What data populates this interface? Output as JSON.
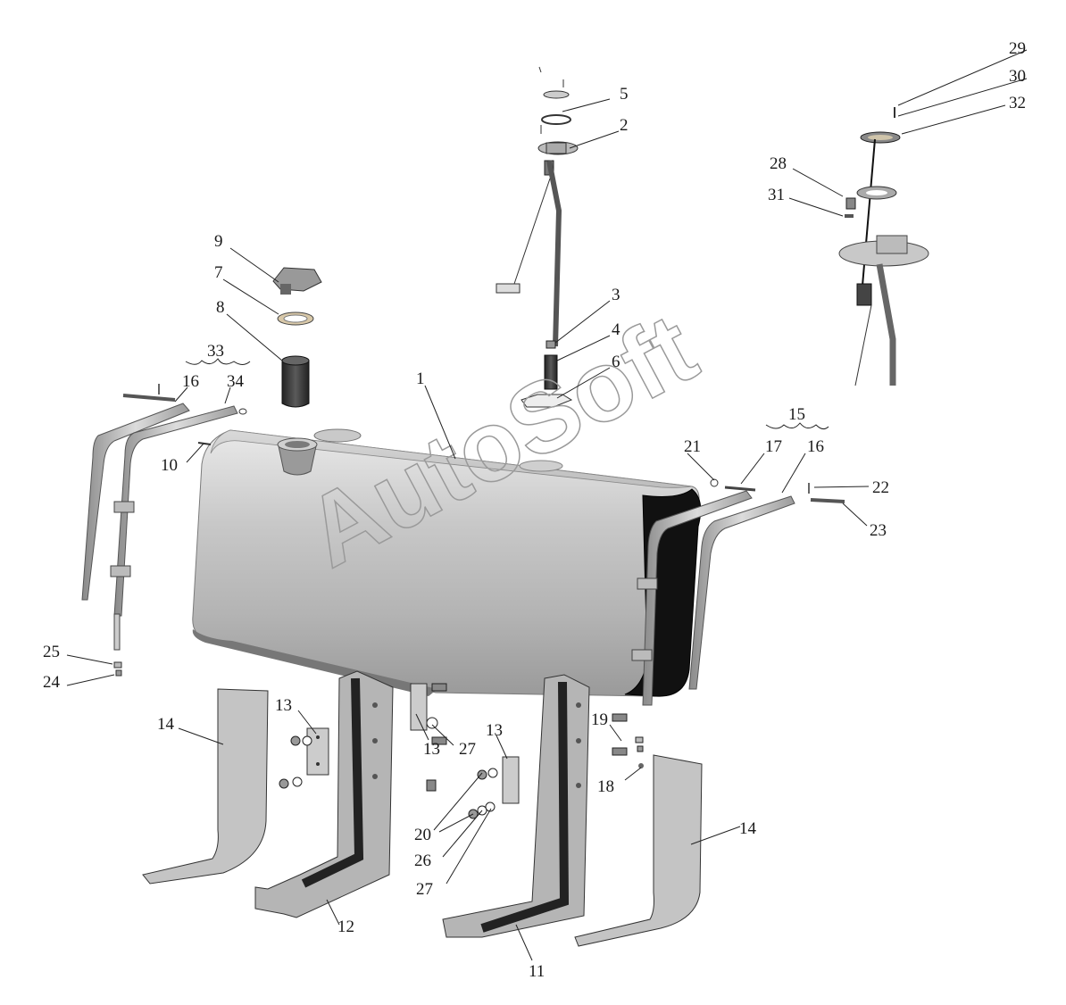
{
  "watermark": "AutoSoft",
  "labels": [
    {
      "id": "l1",
      "text": "1"
    },
    {
      "id": "l2",
      "text": "2"
    },
    {
      "id": "l3",
      "text": "3"
    },
    {
      "id": "l4",
      "text": "4"
    },
    {
      "id": "l5",
      "text": "5"
    },
    {
      "id": "l6",
      "text": "6"
    },
    {
      "id": "l7",
      "text": "7"
    },
    {
      "id": "l8",
      "text": "8"
    },
    {
      "id": "l9",
      "text": "9"
    },
    {
      "id": "l10",
      "text": "10"
    },
    {
      "id": "l11",
      "text": "11"
    },
    {
      "id": "l12",
      "text": "12"
    },
    {
      "id": "l13a",
      "text": "13"
    },
    {
      "id": "l13b",
      "text": "13"
    },
    {
      "id": "l13c",
      "text": "13"
    },
    {
      "id": "l14a",
      "text": "14"
    },
    {
      "id": "l14b",
      "text": "14"
    },
    {
      "id": "l15",
      "text": "15"
    },
    {
      "id": "l16a",
      "text": "16"
    },
    {
      "id": "l16b",
      "text": "16"
    },
    {
      "id": "l17",
      "text": "17"
    },
    {
      "id": "l18",
      "text": "18"
    },
    {
      "id": "l19",
      "text": "19"
    },
    {
      "id": "l20",
      "text": "20"
    },
    {
      "id": "l21",
      "text": "21"
    },
    {
      "id": "l22",
      "text": "22"
    },
    {
      "id": "l23",
      "text": "23"
    },
    {
      "id": "l24",
      "text": "24"
    },
    {
      "id": "l25",
      "text": "25"
    },
    {
      "id": "l26",
      "text": "26"
    },
    {
      "id": "l27a",
      "text": "27"
    },
    {
      "id": "l27b",
      "text": "27"
    },
    {
      "id": "l28",
      "text": "28"
    },
    {
      "id": "l29",
      "text": "29"
    },
    {
      "id": "l30",
      "text": "30"
    },
    {
      "id": "l31",
      "text": "31"
    },
    {
      "id": "l32",
      "text": "32"
    },
    {
      "id": "l33",
      "text": "33"
    },
    {
      "id": "l34",
      "text": "34"
    }
  ]
}
